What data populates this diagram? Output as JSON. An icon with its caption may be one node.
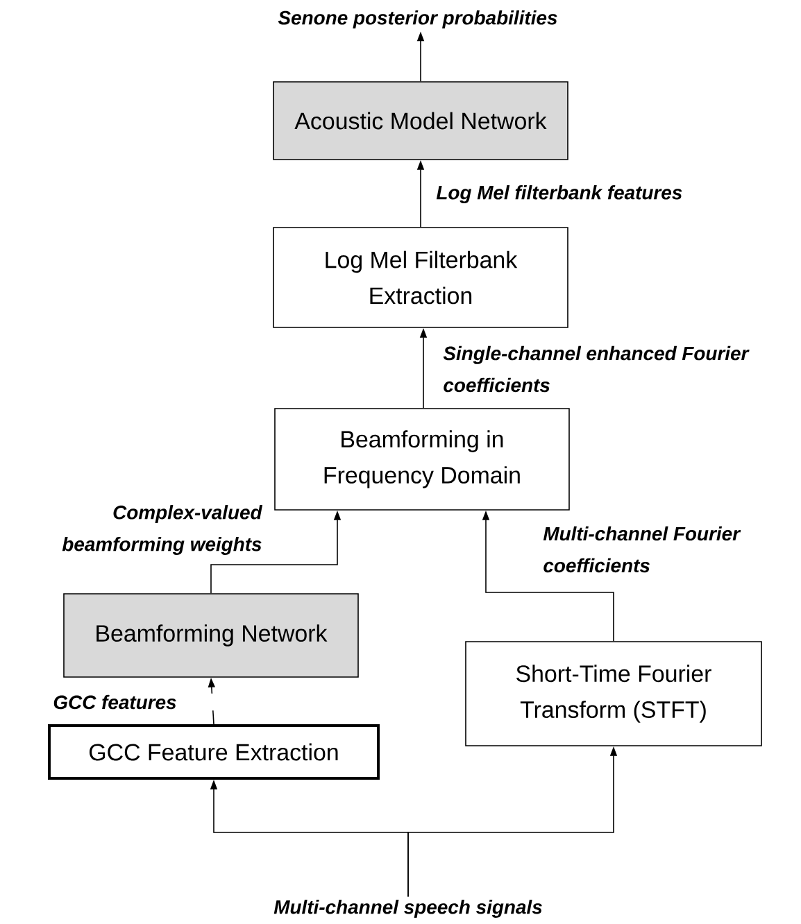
{
  "diagram": {
    "nodes": [
      {
        "text": [
          "Senone posterior probabilities"
        ]
      },
      {
        "text": [
          "Acoustic Model Network"
        ]
      },
      {
        "text": [
          "Log Mel Filterbank Extraction"
        ]
      },
      {
        "text": [
          "Beamforming in Frequency Domain"
        ]
      },
      {
        "text": [
          "Beamforming Network"
        ]
      },
      {
        "text": [
          "GCC Feature Extraction"
        ]
      },
      {
        "text": [
          "Short-Time Fourier Transform (STFT)"
        ]
      },
      {
        "text": [
          "Multi-channel speech signals"
        ]
      }
    ],
    "edges": [
      {
        "from": 1,
        "to": 0,
        "arrow": "to"
      },
      {
        "from": 2,
        "to": 1,
        "arrow": "to",
        "label": "Log Mel filterbank features"
      },
      {
        "from": 3,
        "to": 2,
        "arrow": "to",
        "label": "Single-channel enhanced Fourier coefficients"
      },
      {
        "from": 4,
        "to": 3,
        "arrow": "to",
        "label": "Complex-valued beamforming weights"
      },
      {
        "from": 6,
        "to": 3,
        "arrow": "to",
        "label": "Multi-channel Fourier coefficients"
      },
      {
        "from": 5,
        "to": 4,
        "arrow": "to",
        "label": "GCC features"
      },
      {
        "from": 7,
        "to": 5,
        "arrow": "to"
      },
      {
        "from": 7,
        "to": 6,
        "arrow": "to"
      }
    ]
  }
}
